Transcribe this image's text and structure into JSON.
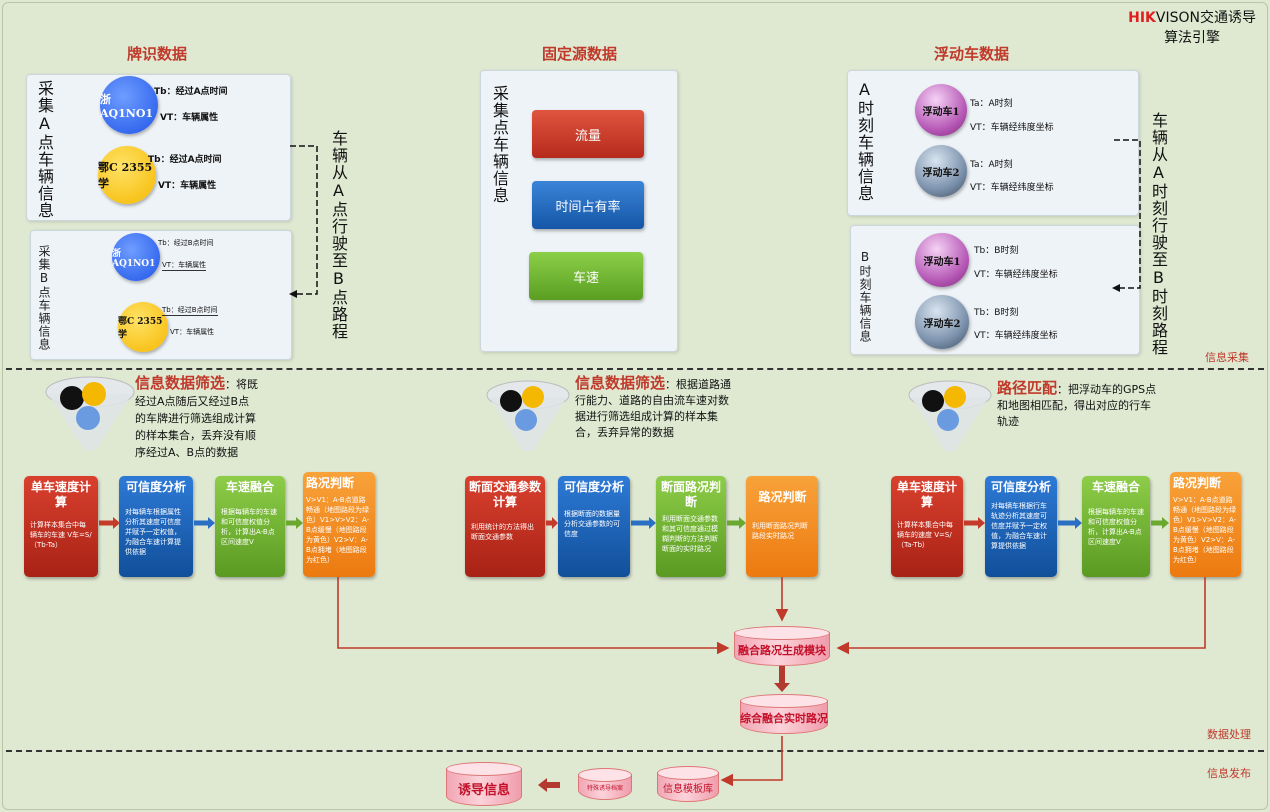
{
  "brand": {
    "hik": "HIK",
    "rest": "VISON交通诱导",
    "line2": "算法引擎"
  },
  "sections": {
    "plate": "牌识数据",
    "fixed": "固定源数据",
    "float": "浮动车数据",
    "collect": "信息采集",
    "process": "数据处理",
    "publish": "信息发布"
  },
  "plate": {
    "a_label": "采集A点车辆信息",
    "b_label": "采集B点车辆信息",
    "a_cars": [
      {
        "name": "浙AQ1NO1",
        "t": "Tb：经过A点时间",
        "vt": "VT：车辆属性"
      },
      {
        "name": "鄂C 2355学",
        "t": "Tb：经过A点时间",
        "vt": "VT：车辆属性"
      }
    ],
    "b_cars": [
      {
        "name": "浙AQ1NO1",
        "t": "Tb：经过B点时间",
        "vt": "VT：车辆属性"
      },
      {
        "name": "鄂C 2355学",
        "t": "Tb：经过B点时间",
        "vt": "VT：车辆属性"
      }
    ],
    "route": "车辆从A点行驶至B点路程"
  },
  "fixed": {
    "label": "采集点车辆信息",
    "buttons": [
      "流量",
      "时间占有率",
      "车速"
    ]
  },
  "float": {
    "a_label": "A时刻车辆信息",
    "b_label": "B时刻车辆信息",
    "a_cars": [
      {
        "name": "浮动车1",
        "t": "Ta：A时刻",
        "vt": "VT：车辆经纬度坐标"
      },
      {
        "name": "浮动车2",
        "t": "Ta：A时刻",
        "vt": "VT：车辆经纬度坐标"
      }
    ],
    "b_cars": [
      {
        "name": "浮动车1",
        "t": "Tb：B时刻",
        "vt": "VT：车辆经纬度坐标"
      },
      {
        "name": "浮动车2",
        "t": "Tb：B时刻",
        "vt": "VT：车辆经纬度坐标"
      }
    ],
    "route": "车辆从A时刻行驶至B时刻路程"
  },
  "filters": [
    {
      "title": "信息数据筛选",
      "colon": "：",
      "text": "将既经过A点随后又经过B点的车牌进行筛选组成计算的样本集合，丢弃没有顺序经过A、B点的数据"
    },
    {
      "title": "信息数据筛选",
      "colon": "：",
      "text": "根据道路通行能力、道路的自由流车速对数据进行筛选组成计算的样本集合，丢弃异常的数据"
    },
    {
      "title": "路径匹配",
      "colon": "：",
      "text": "把浮动车的GPS点和地图相匹配，得出对应的行车轨迹"
    }
  ],
  "flows": [
    [
      {
        "title": "单车速度计算",
        "body": "计算样本集合中每辆车的车速 V车=S/（Tb-Ta）"
      },
      {
        "title": "可信度分析",
        "body": "对每辆车根据属性分析其速度可信度并赋予一定权值，为融合车速计算提供依据"
      },
      {
        "title": "车速融合",
        "body": "根据每辆车的车速和可信度权值分析，计算出A-B点区间速度V"
      },
      {
        "title": "路况判断",
        "body": "V>V1：A-B点道路畅通（地图路段为绿色）V1>V>V2：A-B点缓慢（地图路段为黄色）V2>V：A-B点拥堵（地图路段为红色）"
      }
    ],
    [
      {
        "title": "断面交通参数计算",
        "body": "利用统计的方法得出断面交通参数"
      },
      {
        "title": "可信度分析",
        "body": "根据断面的数据量分析交通参数的可信度"
      },
      {
        "title": "断面路况判断",
        "body": "利用断面交通参数和其可信度通过模糊判断的方法判断断面的实时路况"
      },
      {
        "title": "路况判断",
        "body": "利用断面路况判断路段实时路况"
      }
    ],
    [
      {
        "title": "单车速度计算",
        "body": "计算样本集合中每辆车的速度 V=S/（Ta-Tb）"
      },
      {
        "title": "可信度分析",
        "body": "对每辆车根据行车轨迹分析其速度可信度并赋予一定权值，为融合车速计算提供依据"
      },
      {
        "title": "车速融合",
        "body": "根据每辆车的车速和可信度权值分析，计算出A-B点区间速度V"
      },
      {
        "title": "路况判断",
        "body": "V>V1：A-B点道路畅通（地图路段为绿色）V1>V>V2：A-B点缓慢（地图路段为黄色）V2>V：A-B点拥堵（地图路段为红色）"
      }
    ]
  ],
  "db": {
    "fusion": "融合路况生成模块",
    "realtime": "综合融合实时路况",
    "template": "信息模板库",
    "special": "特殊诱导档案",
    "guidance": "诱导信息"
  },
  "colors": {
    "accent": "#c0392b",
    "background": "#dfe9d2"
  }
}
